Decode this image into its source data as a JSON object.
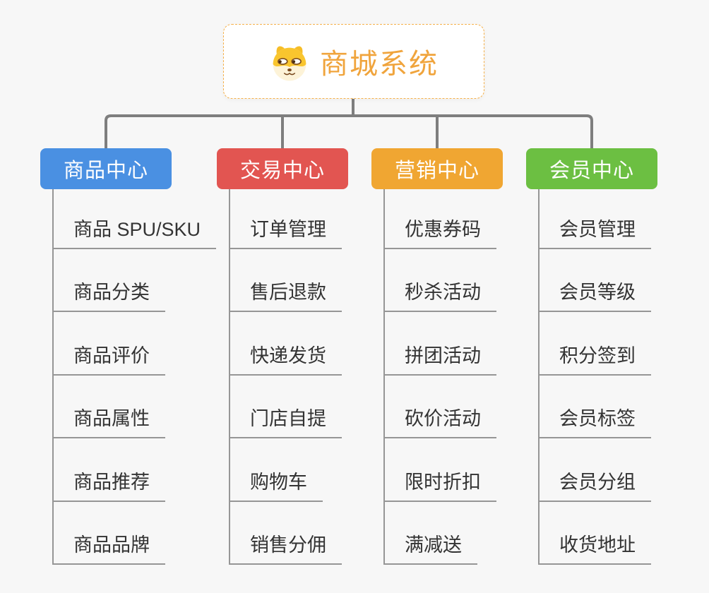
{
  "root": {
    "title": "商城系统",
    "icon": "dog-face-icon",
    "title_color": "#f0a43c",
    "border_color": "#f5b04a"
  },
  "colors": {
    "background": "#f7f7f7",
    "connector": "#7e7e7e",
    "branch_line": "#969696",
    "item_text": "#333333"
  },
  "branches": [
    {
      "label": "商品中心",
      "color": "#4a90e2",
      "items": [
        "商品 SPU/SKU",
        "商品分类",
        "商品评价",
        "商品属性",
        "商品推荐",
        "商品品牌"
      ]
    },
    {
      "label": "交易中心",
      "color": "#e25551",
      "items": [
        "订单管理",
        "售后退款",
        "快递发货",
        "门店自提",
        "购物车",
        "销售分佣"
      ]
    },
    {
      "label": "营销中心",
      "color": "#f0a632",
      "items": [
        "优惠券码",
        "秒杀活动",
        "拼团活动",
        "砍价活动",
        "限时折扣",
        "满减送"
      ]
    },
    {
      "label": "会员中心",
      "color": "#6cbf42",
      "items": [
        "会员管理",
        "会员等级",
        "积分签到",
        "会员标签",
        "会员分组",
        "收货地址"
      ]
    }
  ]
}
